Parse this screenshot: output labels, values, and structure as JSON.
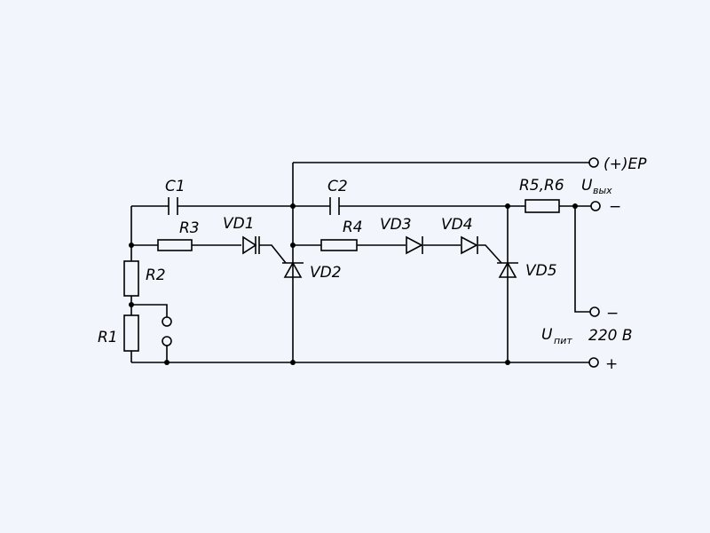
{
  "labels": {
    "c1": "C1",
    "c2": "C2",
    "r1": "R1",
    "r2": "R2",
    "r3": "R3",
    "r4": "R4",
    "r5r6": "R5,R6",
    "vd1": "VD1",
    "vd2": "VD2",
    "vd3": "VD3",
    "vd4": "VD4",
    "vd5": "VD5",
    "ep": "(+)EP",
    "u_out_main": "U",
    "u_out_sub": "вых",
    "u_supply_main": "U",
    "u_supply_sub": "пит",
    "u_supply_value": "220 В",
    "minus_top": "−",
    "minus_mid": "−",
    "plus": "+"
  }
}
